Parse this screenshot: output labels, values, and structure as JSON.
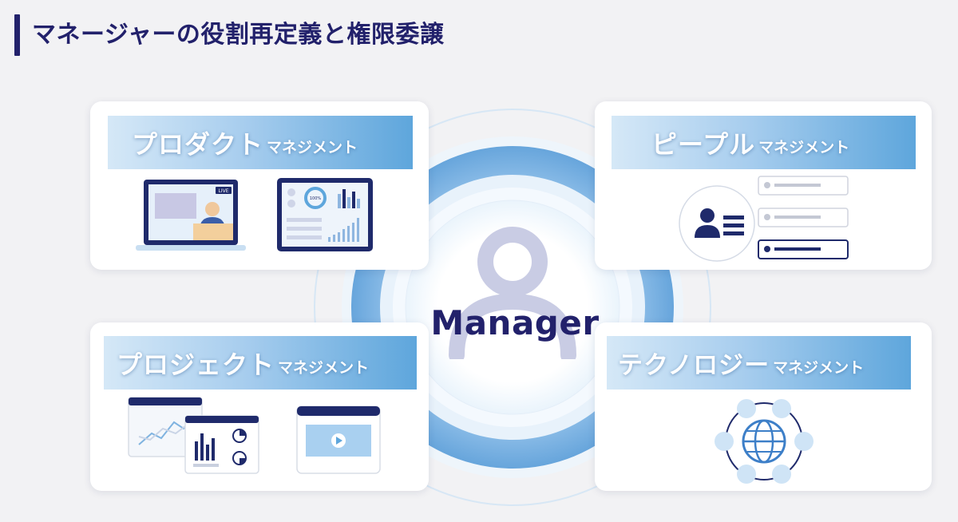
{
  "title": "マネージャーの役割再定義と権限委譲",
  "center": {
    "label": "Manager"
  },
  "quadrants": {
    "top_left": {
      "title": "プロダクト",
      "suffix": "マネジメント"
    },
    "top_right": {
      "title": "ピープル",
      "suffix": "マネジメント"
    },
    "bottom_left": {
      "title": "プロジェクト",
      "suffix": "マネジメント"
    },
    "bottom_right": {
      "title": "テクノロジー",
      "suffix": "マネジメント"
    }
  },
  "illustrations": {
    "live_badge": "LIVE",
    "progress_label": "100%"
  },
  "colors": {
    "navy": "#22216b",
    "accent_blue": "#5ea6dc",
    "light_blue": "#a7cdee",
    "person_icon": "#c9cce4"
  }
}
